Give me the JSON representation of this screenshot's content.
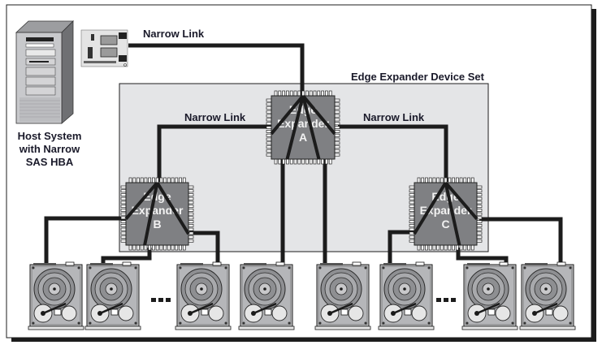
{
  "diagram": {
    "title": "SAS Edge Expander Device Set topology",
    "host": {
      "label_lines": [
        "Host System",
        "with Narrow",
        "SAS HBA"
      ]
    },
    "device_set_label": "Edge Expander Device Set",
    "links": {
      "host_link_label": "Narrow Link",
      "left_link_label": "Narrow Link",
      "right_link_label": "Narrow Link"
    },
    "expanders": [
      {
        "id": "A",
        "lines": [
          "Edge",
          "Expander",
          "A"
        ]
      },
      {
        "id": "B",
        "lines": [
          "Edge",
          "Expander",
          "B"
        ]
      },
      {
        "id": "C",
        "lines": [
          "Edge",
          "Expander",
          "C"
        ]
      }
    ],
    "disk_groups": [
      {
        "expander": "B",
        "disks_shown": 3,
        "ellipsis": "..."
      },
      {
        "expander": "A",
        "disks_shown": 2,
        "ellipsis": ""
      },
      {
        "expander": "C",
        "disks_shown": 3,
        "ellipsis": "..."
      }
    ],
    "colors": {
      "device_set_fill": "#e4e5e7",
      "chip_fill": "#7f8083",
      "wire": "#1c1c1c",
      "text": "#1a1a2a"
    }
  }
}
